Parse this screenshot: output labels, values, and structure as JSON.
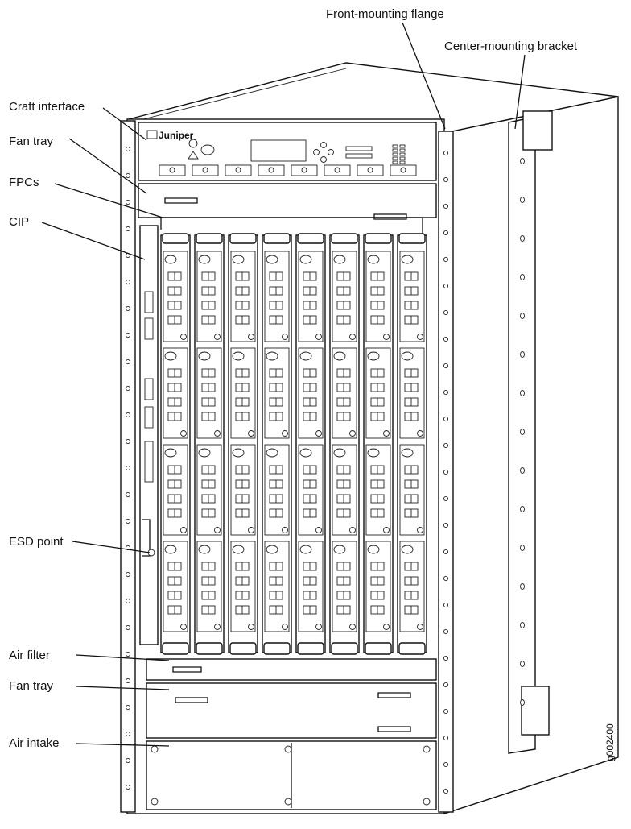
{
  "callouts": {
    "front_mounting_flange": "Front-mounting flange",
    "center_mounting_bracket": "Center-mounting bracket",
    "craft_interface": "Craft interface",
    "fan_tray_top": "Fan tray",
    "fpcs": "FPCs",
    "cip": "CIP",
    "esd_point": "ESD point",
    "air_filter": "Air filter",
    "fan_tray_bottom": "Fan tray",
    "air_intake": "Air intake"
  },
  "craft_logo": "Juniper",
  "figure_id": "g002400",
  "fpc_slot_count": 8
}
